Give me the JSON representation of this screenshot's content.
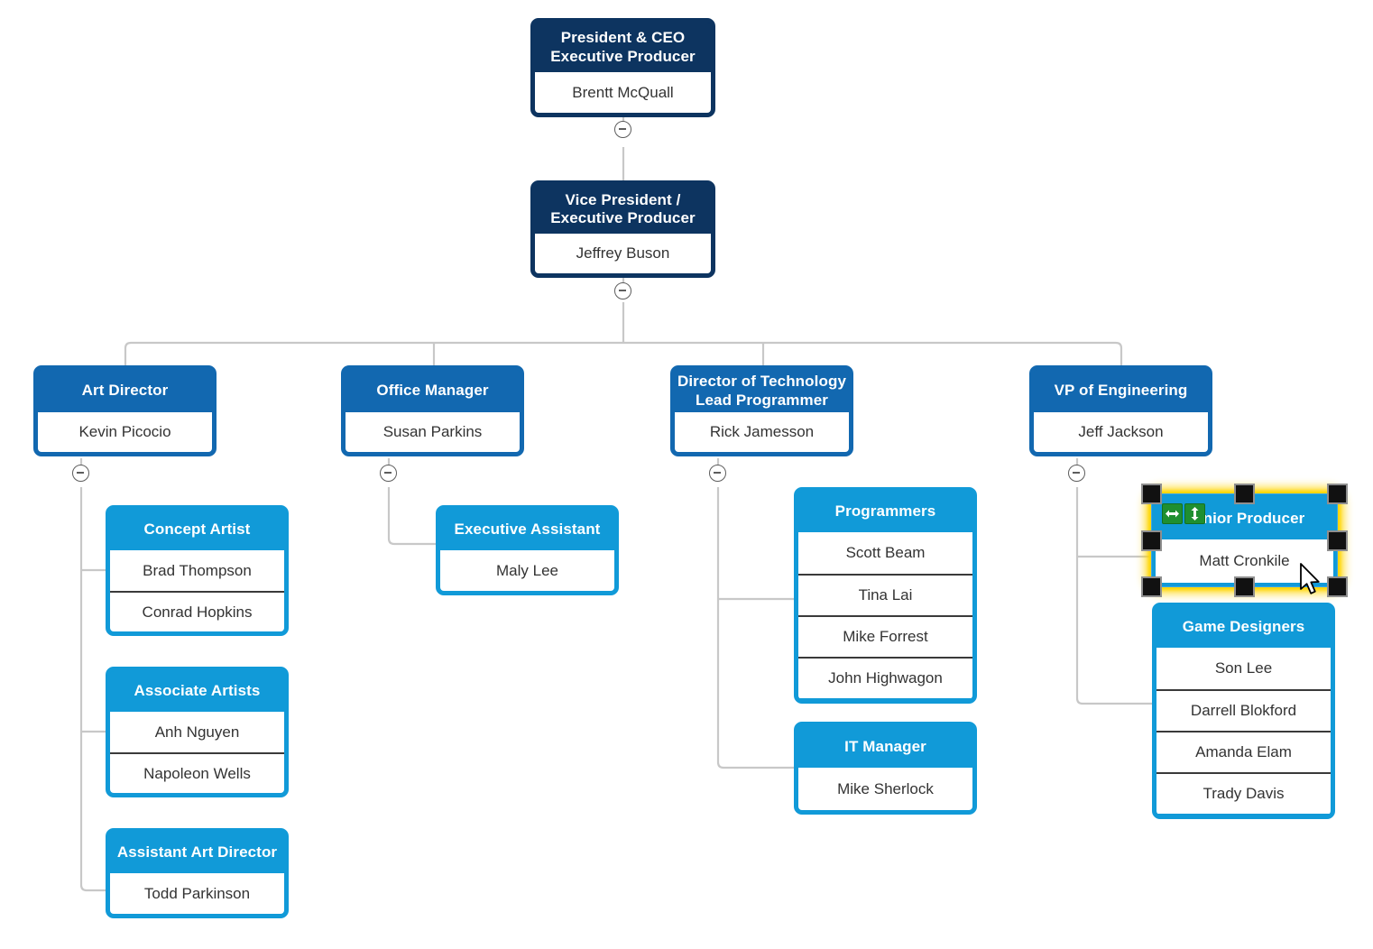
{
  "chart_type": "org-chart",
  "colors": {
    "level1": "#0d3460",
    "level2": "#1268b0",
    "level3": "#119ad8",
    "connector": "#c8c8c8",
    "selection_glow": "#ffd400",
    "selection_handle": "#111111",
    "resize_badge": "#1f8f30",
    "row_text": "#333333",
    "title_text": "#ffffff",
    "canvas": "#ffffff"
  },
  "nodes": {
    "ceo": {
      "title_line1": "President & CEO",
      "title_line2": "Executive Producer",
      "names": [
        "Brentt  McQuall"
      ]
    },
    "vp": {
      "title_line1": "Vice President /",
      "title_line2": "Executive Producer",
      "names": [
        "Jeffrey Buson"
      ]
    },
    "art_director": {
      "title_line1": "Art Director",
      "title_line2": "",
      "names": [
        "Kevin Picocio"
      ]
    },
    "office_manager": {
      "title_line1": "Office Manager",
      "title_line2": "",
      "names": [
        "Susan Parkins"
      ]
    },
    "director_tech": {
      "title_line1": "Director of Technology",
      "title_line2": "Lead Programmer",
      "names": [
        "Rick Jamesson"
      ]
    },
    "vp_engineering": {
      "title_line1": "VP of Engineering",
      "title_line2": "",
      "names": [
        "Jeff Jackson"
      ]
    },
    "concept_artist": {
      "title_line1": "Concept Artist",
      "title_line2": "",
      "names": [
        "Brad Thompson",
        "Conrad Hopkins"
      ]
    },
    "associate_artists": {
      "title_line1": "Associate Artists",
      "title_line2": "",
      "names": [
        "Anh Nguyen",
        "Napoleon Wells"
      ]
    },
    "assistant_art_director": {
      "title_line1": "Assistant Art Director",
      "title_line2": "",
      "names": [
        "Todd Parkinson"
      ]
    },
    "executive_assistant": {
      "title_line1": "Executive Assistant",
      "title_line2": "",
      "names": [
        "Maly Lee"
      ]
    },
    "programmers": {
      "title_line1": "Programmers",
      "title_line2": "",
      "names": [
        "Scott Beam",
        "Tina Lai",
        "Mike Forrest",
        "John Highwagon"
      ]
    },
    "it_manager": {
      "title_line1": "IT Manager",
      "title_line2": "",
      "names": [
        "Mike Sherlock"
      ]
    },
    "senior_producer": {
      "title_line1": "Senior Producer",
      "title_line2": "",
      "names": [
        "Matt Cronkile"
      ],
      "selected": true
    },
    "game_designers": {
      "title_line1": "Game Designers",
      "title_line2": "",
      "names": [
        "Son Lee",
        "Darrell Blokford",
        "Amanda Elam",
        "Trady Davis"
      ]
    }
  },
  "controls": {
    "collapse_label": "−",
    "resize_horizontal_icon": "resize-horizontal-icon",
    "resize_vertical_icon": "resize-vertical-icon",
    "cursor_icon": "mouse-pointer-icon"
  }
}
